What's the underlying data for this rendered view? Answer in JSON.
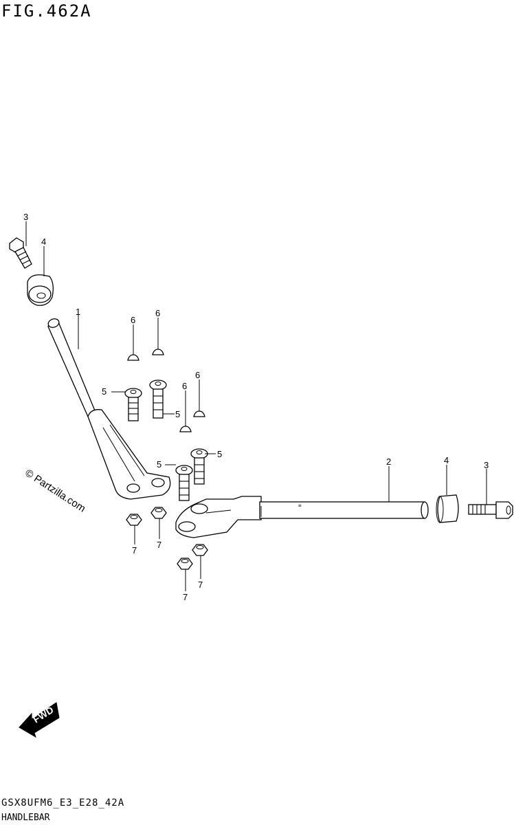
{
  "figure": {
    "title": "FIG.462A",
    "code": "GSX8UFM6_E3_E28_42A",
    "name": "HANDLEBAR",
    "watermark": "© Partzilla.com",
    "direction_label": "FWD"
  },
  "callouts": [
    {
      "id": "c3a",
      "label": "3"
    },
    {
      "id": "c4a",
      "label": "4"
    },
    {
      "id": "c1",
      "label": "1"
    },
    {
      "id": "c6a",
      "label": "6"
    },
    {
      "id": "c6b",
      "label": "6"
    },
    {
      "id": "c6c",
      "label": "6"
    },
    {
      "id": "c6d",
      "label": "6"
    },
    {
      "id": "c5a",
      "label": "5"
    },
    {
      "id": "c5b",
      "label": "5"
    },
    {
      "id": "c5c",
      "label": "5"
    },
    {
      "id": "c5d",
      "label": "5"
    },
    {
      "id": "c7a",
      "label": "7"
    },
    {
      "id": "c7b",
      "label": "7"
    },
    {
      "id": "c7c",
      "label": "7"
    },
    {
      "id": "c7d",
      "label": "7"
    },
    {
      "id": "c2",
      "label": "2"
    },
    {
      "id": "c4b",
      "label": "4"
    },
    {
      "id": "c3b",
      "label": "3"
    }
  ]
}
